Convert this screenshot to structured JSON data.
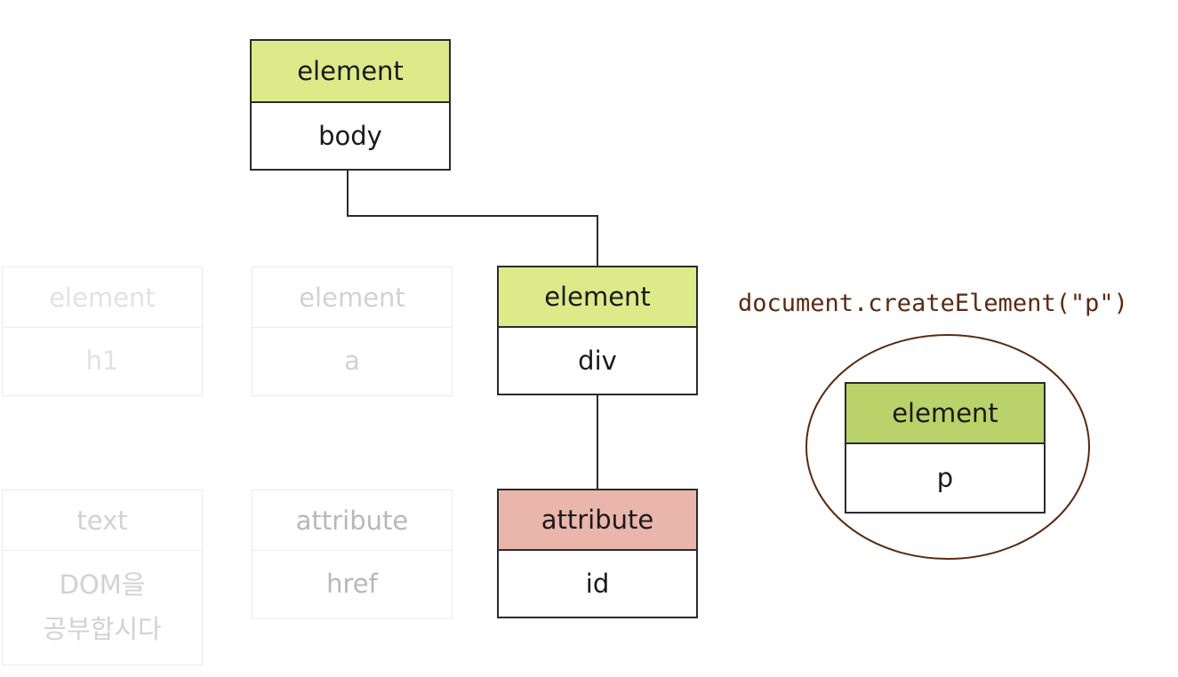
{
  "nodes": {
    "body": {
      "type": "element",
      "name": "body"
    },
    "div": {
      "type": "element",
      "name": "div"
    },
    "id": {
      "type": "attribute",
      "name": "id"
    },
    "h1": {
      "type": "element",
      "name": "h1"
    },
    "a": {
      "type": "element",
      "name": "a"
    },
    "text": {
      "type": "text",
      "name_line1": "DOM을",
      "name_line2": "공부합시다"
    },
    "href": {
      "type": "attribute",
      "name": "href"
    },
    "p": {
      "type": "element",
      "name": "p"
    }
  },
  "code": "document.createElement(\"p\")"
}
